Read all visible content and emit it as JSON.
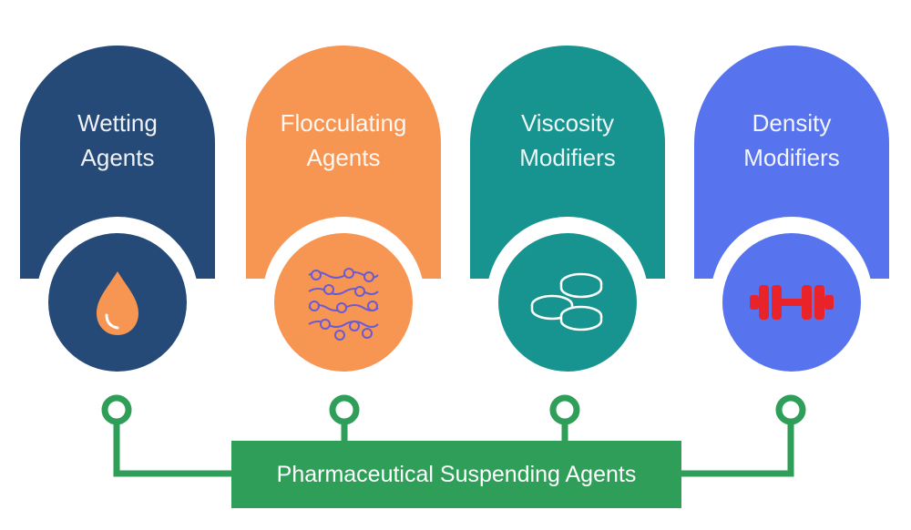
{
  "agents": [
    {
      "line1": "Wetting",
      "line2": "Agents",
      "color": "#264a78",
      "icon": "drop-icon"
    },
    {
      "line1": "Flocculating",
      "line2": "Agents",
      "color": "#f79552",
      "icon": "particles-icon"
    },
    {
      "line1": "Viscosity",
      "line2": "Modifiers",
      "color": "#17948f",
      "icon": "pills-icon"
    },
    {
      "line1": "Density",
      "line2": "Modifiers",
      "color": "#5773ee",
      "icon": "dumbbell-icon"
    }
  ],
  "banner": {
    "label": "Pharmaceutical Suspending Agents",
    "color": "#2e9e58"
  }
}
